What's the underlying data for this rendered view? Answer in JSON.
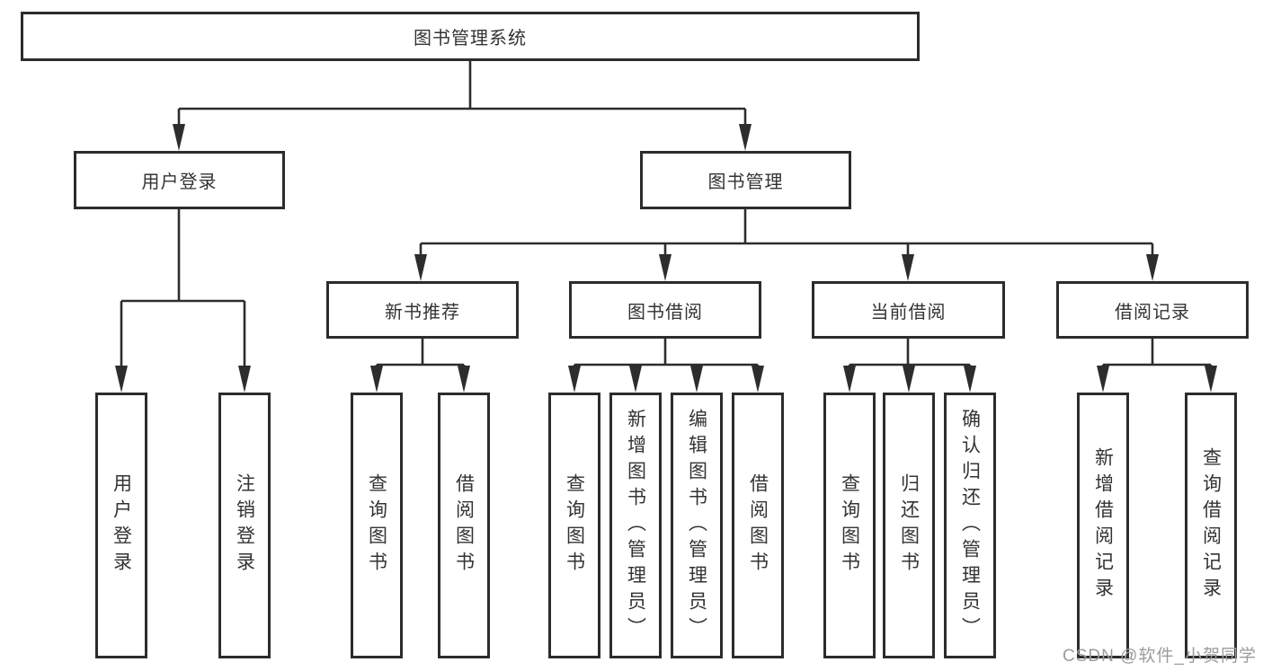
{
  "diagram": {
    "root": "图书管理系统",
    "branches": [
      {
        "label": "用户登录",
        "children": [
          {
            "label": "用户登录"
          },
          {
            "label": "注销登录"
          }
        ]
      },
      {
        "label": "图书管理",
        "children": [
          {
            "label": "新书推荐",
            "children": [
              {
                "label": "查询图书"
              },
              {
                "label": "借阅图书"
              }
            ]
          },
          {
            "label": "图书借阅",
            "children": [
              {
                "label": "查询图书"
              },
              {
                "label": "新增图书（管理员）"
              },
              {
                "label": "编辑图书（管理员）"
              },
              {
                "label": "借阅图书"
              }
            ]
          },
          {
            "label": "当前借阅",
            "children": [
              {
                "label": "查询图书"
              },
              {
                "label": "归还图书"
              },
              {
                "label": "确认归还（管理员）"
              }
            ]
          },
          {
            "label": "借阅记录",
            "children": [
              {
                "label": "新增借阅记录"
              },
              {
                "label": "查询借阅记录"
              }
            ]
          }
        ]
      }
    ]
  },
  "watermark": "CSDN @软件_小贺同学"
}
